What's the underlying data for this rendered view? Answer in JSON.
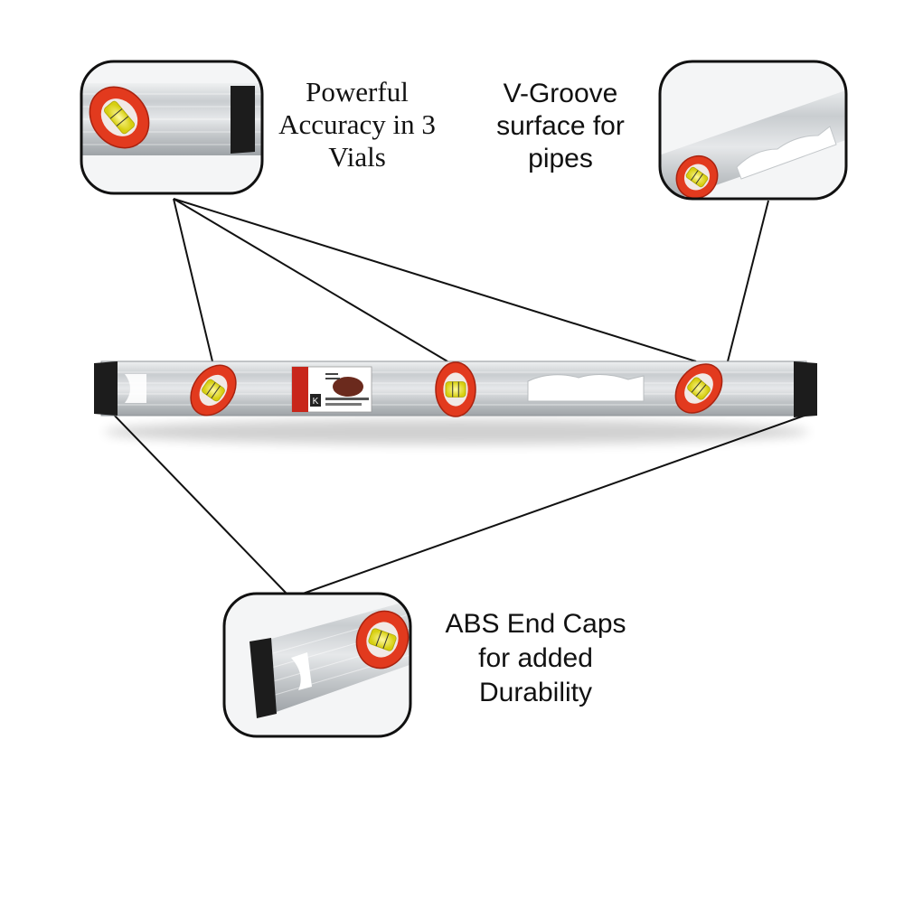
{
  "callouts": {
    "vials": {
      "lines": [
        "Powerful",
        "Accuracy in 3",
        "Vials"
      ]
    },
    "groove": {
      "lines": [
        "V-Groove",
        "surface for",
        "pipes"
      ]
    },
    "caps": {
      "lines": [
        "ABS End Caps",
        "for added",
        "Durability"
      ]
    }
  },
  "level": {
    "vial_count": 3,
    "brand_label": "K"
  },
  "colors": {
    "vial_ring": "#e23a1e",
    "vial_liquid": "#e8e01c",
    "end_cap": "#1c1c1c",
    "aluminum": "#cfd3d6",
    "callout_border": "#111111",
    "leader_line": "#111111"
  }
}
